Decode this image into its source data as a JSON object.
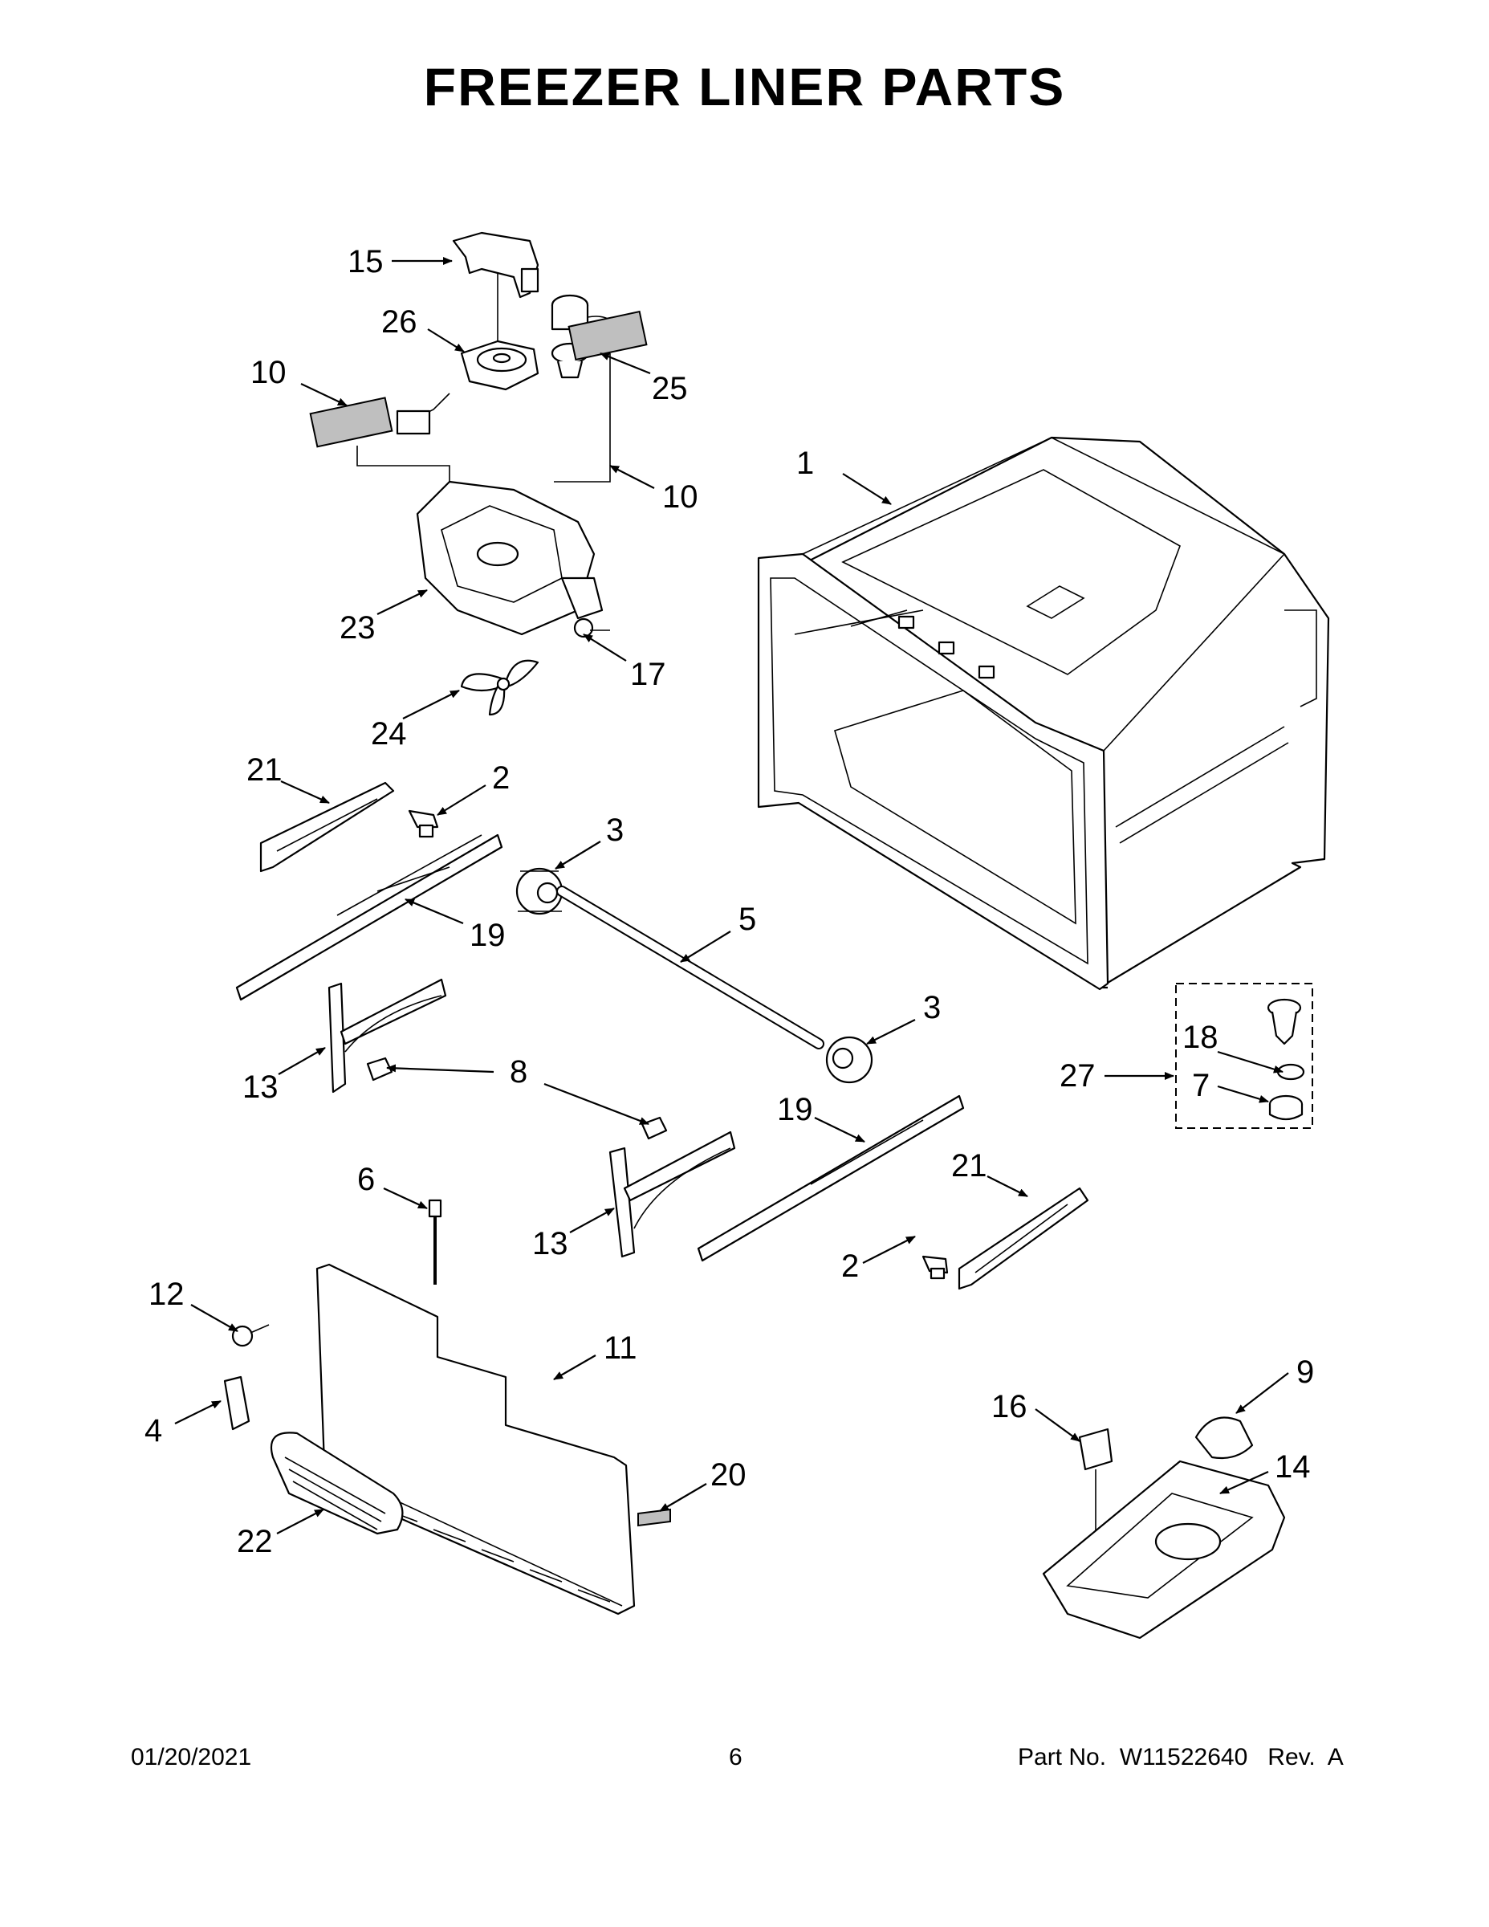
{
  "page": {
    "title": "FREEZER LINER PARTS"
  },
  "callouts": [
    {
      "id": "c15",
      "text": "15"
    },
    {
      "id": "c26",
      "text": "26"
    },
    {
      "id": "c25",
      "text": "25"
    },
    {
      "id": "c10a",
      "text": "10"
    },
    {
      "id": "c10b",
      "text": "10"
    },
    {
      "id": "c1",
      "text": "1"
    },
    {
      "id": "c23",
      "text": "23"
    },
    {
      "id": "c17",
      "text": "17"
    },
    {
      "id": "c24",
      "text": "24"
    },
    {
      "id": "c21a",
      "text": "21"
    },
    {
      "id": "c2a",
      "text": "2"
    },
    {
      "id": "c3a",
      "text": "3"
    },
    {
      "id": "c19a",
      "text": "19"
    },
    {
      "id": "c5",
      "text": "5"
    },
    {
      "id": "c3b",
      "text": "3"
    },
    {
      "id": "c13a",
      "text": "13"
    },
    {
      "id": "c8",
      "text": "8"
    },
    {
      "id": "c18",
      "text": "18"
    },
    {
      "id": "c27",
      "text": "27"
    },
    {
      "id": "c7",
      "text": "7"
    },
    {
      "id": "c19b",
      "text": "19"
    },
    {
      "id": "c6",
      "text": "6"
    },
    {
      "id": "c21b",
      "text": "21"
    },
    {
      "id": "c13b",
      "text": "13"
    },
    {
      "id": "c2b",
      "text": "2"
    },
    {
      "id": "c12",
      "text": "12"
    },
    {
      "id": "c11",
      "text": "11"
    },
    {
      "id": "c4",
      "text": "4"
    },
    {
      "id": "c9",
      "text": "9"
    },
    {
      "id": "c16",
      "text": "16"
    },
    {
      "id": "c14",
      "text": "14"
    },
    {
      "id": "c20",
      "text": "20"
    },
    {
      "id": "c22",
      "text": "22"
    }
  ],
  "footer": {
    "date": "01/20/2021",
    "page_number": "6",
    "part_number": "Part No.  W11522640   Rev.  A"
  }
}
